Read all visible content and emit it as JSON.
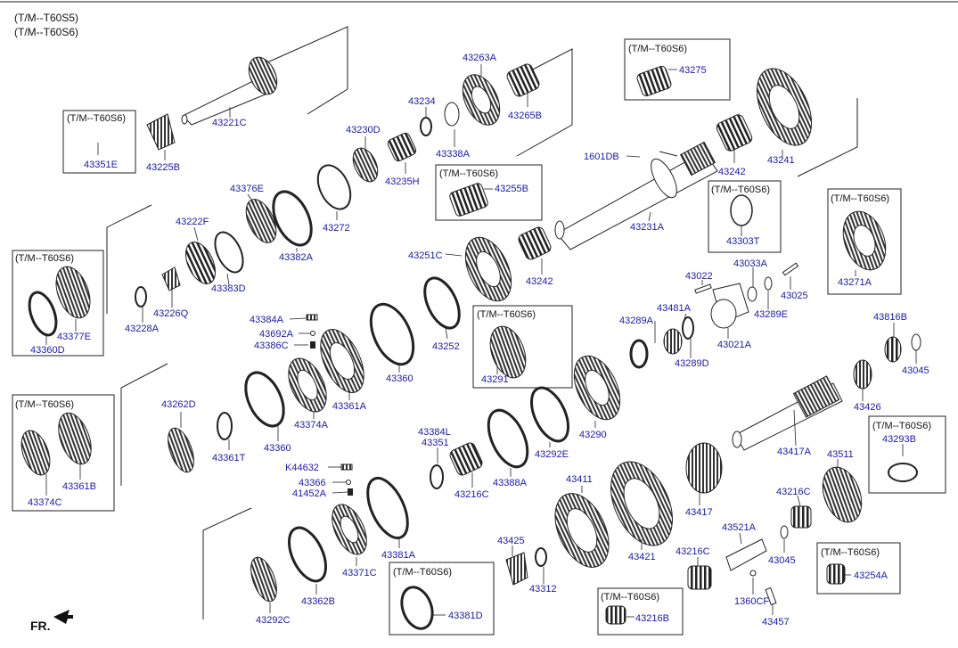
{
  "header": {
    "line1": "(T/M--T60S5)",
    "line2": "(T/M--T60S6)"
  },
  "direction_label": "FR.",
  "direction_icon": "arrow-front-icon",
  "colors": {
    "part_number": "#1a1aa8",
    "text": "#111111",
    "line": "#222222"
  },
  "boxes": {
    "b43351E": "(T/M--T60S6)",
    "b43275": "(T/M--T60S6)",
    "b43255B": "(T/M--T60S6)",
    "b43303T": "(T/M--T60S6)",
    "b43271A": "(T/M--T60S6)",
    "b43360D": "(T/M--T60S6)",
    "b43291": "(T/M--T60S6)",
    "b43374C": "(T/M--T60S6)",
    "b43293B": "(T/M--T60S6)",
    "b43254A": "(T/M--T60S6)",
    "b43216B": "(T/M--T60S6)",
    "b43381D": "(T/M--T60S6)"
  },
  "parts": {
    "p43221C": "43221C",
    "p43225B": "43225B",
    "p43351E": "43351E",
    "p43263A": "43263A",
    "p43234": "43234",
    "p43265B": "43265B",
    "p43338A": "43338A",
    "p43230D": "43230D",
    "p43235H": "43235H",
    "p43275": "43275",
    "p43241": "43241",
    "p43242a": "43242",
    "p1601DB": "1601DB",
    "p43255B": "43255B",
    "p43376E": "43376E",
    "p43222F": "43222F",
    "p43272": "43272",
    "p43382A": "43382A",
    "p43231A": "43231A",
    "p43303T": "43303T",
    "p43271A": "43271A",
    "p43383D": "43383D",
    "p43251C": "43251C",
    "p43242b": "43242",
    "p43022": "43022",
    "p43033A": "43033A",
    "p43025": "43025",
    "p43226Q": "43226Q",
    "p43228A": "43228A",
    "p43377E": "43377E",
    "p43360D": "43360D",
    "p43384A": "43384A",
    "p43692A": "43692A",
    "p43386C": "43386C",
    "p43289E": "43289E",
    "p43481A": "43481A",
    "p43289A": "43289A",
    "p43021A": "43021A",
    "p43289D": "43289D",
    "p43816B": "43816B",
    "p43045a": "43045",
    "p43252": "43252",
    "p43291": "43291",
    "p43360a": "43360",
    "p43361A": "43361A",
    "p43374A": "43374A",
    "p43426": "43426",
    "p43262D": "43262D",
    "p43361T": "43361T",
    "p43360b": "43360",
    "p43290": "43290",
    "p43292E": "43292E",
    "p43384L": "43384L",
    "p43351": "43351",
    "p43417A": "43417A",
    "p43293B": "43293B",
    "p43361B": "43361B",
    "p43374C": "43374C",
    "p43388A": "43388A",
    "p43216Ca": "43216C",
    "pK44632": "K44632",
    "p43366": "43366",
    "p41452A": "41452A",
    "p43411": "43411",
    "p43417": "43417",
    "p43511": "43511",
    "p43216Cb": "43216C",
    "p43521A": "43521A",
    "p43381A": "43381A",
    "p43425": "43425",
    "p43421": "43421",
    "p43216Cc": "43216C",
    "p43045b": "43045",
    "p43312": "43312",
    "p43371C": "43371C",
    "p43254A": "43254A",
    "p1360CF": "1360CF",
    "p43362B": "43362B",
    "p43381D": "43381D",
    "p43292C": "43292C",
    "p43216B": "43216B",
    "p43457": "43457"
  }
}
